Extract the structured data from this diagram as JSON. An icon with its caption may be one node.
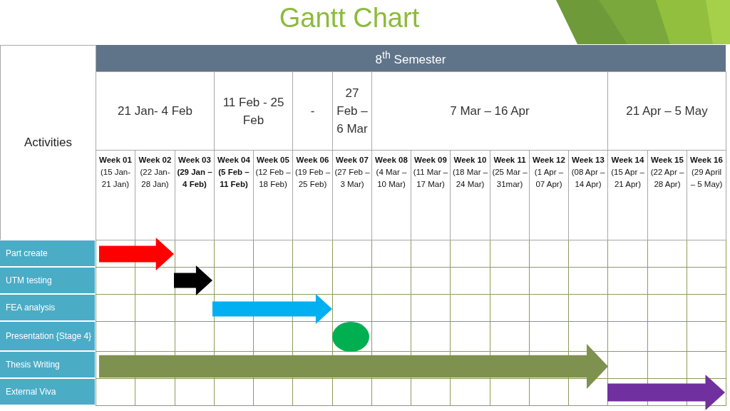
{
  "diagram": {
    "title": "Gantt Chart",
    "nodes": [
      {
        "text": [
          "Part create"
        ]
      },
      {
        "text": [
          "UTM testing"
        ]
      },
      {
        "text": [
          "FEA analysis"
        ]
      },
      {
        "text": [
          "Presentation {Stage 4}"
        ]
      },
      {
        "text": [
          "Thesis Writing"
        ]
      },
      {
        "text": [
          "External Viva"
        ]
      },
      {
        "text": [],
        "shape": "arrow"
      },
      {
        "text": [],
        "shape": "arrow"
      },
      {
        "text": [],
        "shape": "arrow"
      },
      {
        "text": [],
        "shape": "circle"
      },
      {
        "text": [],
        "shape": "arrow"
      },
      {
        "text": [],
        "shape": "arrow"
      }
    ],
    "labels": [
      "8$^{th}$ Semester",
      "Activities",
      "21 Jan- 4 Feb",
      "11 Feb - 25 Feb",
      "-",
      "27 Feb – 6 Mar",
      "7 Mar – 16 Apr",
      "21 Apr – 5 May",
      "**Week 01** (15 Jan- 21 Jan)",
      "**Week 02** (22 Jan- 28 Jan)",
      "Week 03 (29 Jan – 4 Feb)",
      "Week 04 (5 Feb – 11 Feb)",
      "**Week 05** (12 Feb – 18 Feb)",
      "**Week 06** (19 Feb – 25 Feb)",
      "**Week 07** (27 Feb – 3 Mar)",
      "**Week 08** (4 Mar – 10 Mar)",
      "**Week 09** (11 Mar – 17 Mar)",
      "**Week 10** (18 Mar – 24 Mar)",
      "**Week 11** (25 Mar – 31mar)",
      "**Week 12** (1 Apr – 07 Apr)",
      "**Week 13** (08 Apr – 14 Apr)",
      "**Week 14** (15 Apr – 21 Apr)",
      "**Week 15** (22 Apr – 28 Apr)",
      "**Week 16** (29 April – 5 May)"
    ]
  }
}
